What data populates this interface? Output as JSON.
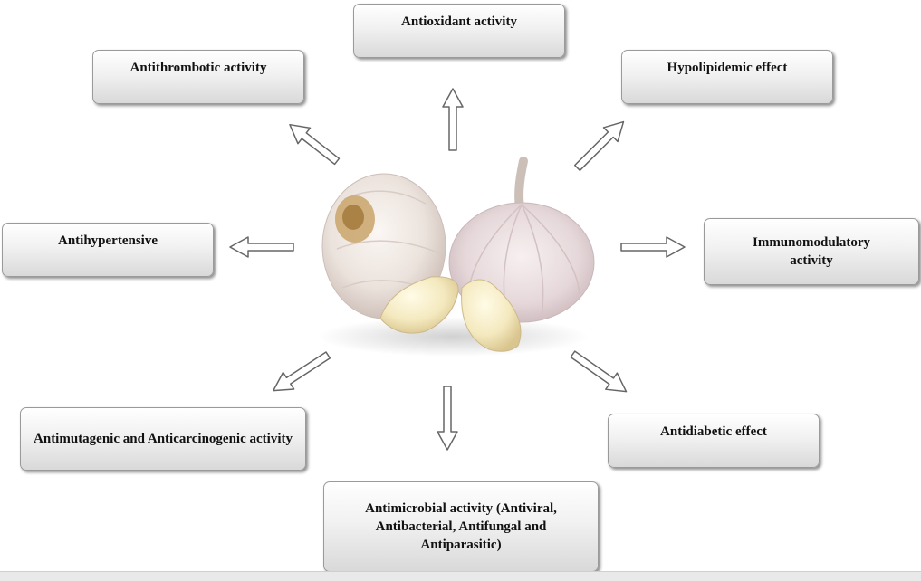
{
  "labels": {
    "antioxidant": "Antioxidant activity",
    "antithrombotic": "Antithrombotic activity",
    "hypolipidemic": "Hypolipidemic effect",
    "antihypertensive": "Antihypertensive",
    "immunomodulatory": "Immunomodulatory activity",
    "antimutagenic": "Antimutagenic and Anticarcinogenic activity",
    "antidiabetic": "Antidiabetic effect",
    "antimicrobial": "Antimicrobial activity (Antiviral, Antibacterial, Antifungal and Antiparasitic)"
  },
  "central_image": "garlic-bulbs-and-cloves",
  "colors": {
    "box_border": "#9a9a9a",
    "arrow_fill": "#ffffff",
    "arrow_stroke": "#666666"
  }
}
